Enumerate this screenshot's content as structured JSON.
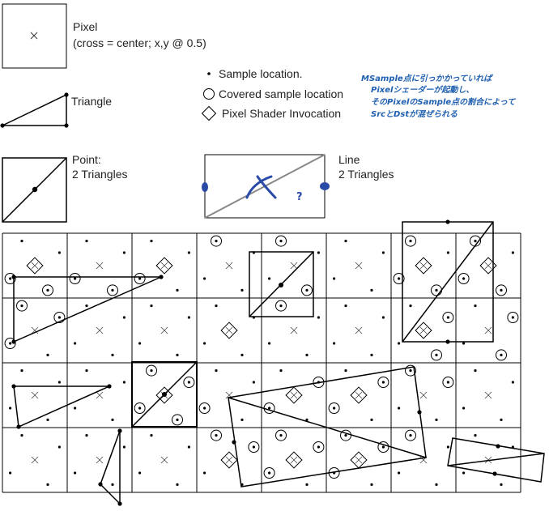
{
  "legend": {
    "pixel_title": "Pixel",
    "pixel_note": "(cross = center; x,y @ 0.5)",
    "sample": "Sample location.",
    "covered": "Covered sample location",
    "shader": "Pixel Shader Invocation",
    "triangle": "Triangle",
    "point_title": "Point:",
    "point_sub": "2 Triangles",
    "line_title": "Line",
    "line_sub": "2 Triangles"
  },
  "annotation": {
    "lines": [
      "MSample点に引っかかっていれば",
      "Pixelシェーダーが起動し、",
      "そのPixelのSample点の割合によって",
      "SrcとDstが混ぜられる"
    ],
    "question": "?",
    "color": "#1f5fb0"
  },
  "grid": {
    "cols": 8,
    "rows": 4
  }
}
